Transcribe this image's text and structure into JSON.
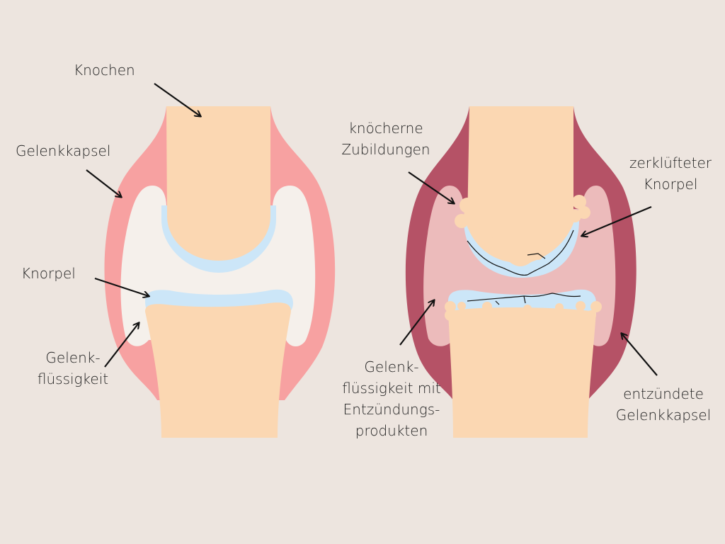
{
  "colors": {
    "background": "#ede5df",
    "bone": "#fbd7b2",
    "cartilage": "#cce6f8",
    "healthy_capsule": "#f7a1a1",
    "healthy_fluid": "#f5f0eb",
    "inflamed_capsule": "#b55266",
    "inflamed_fluid": "#ecbbbb"
  },
  "healthy": {
    "bone": "Knochen",
    "capsule": "Gelenkkapsel",
    "cartilage": "Knorpel",
    "fluid_line1": "Gelenk-",
    "fluid_line2": "flüssigkeit"
  },
  "arthritic": {
    "osteophytes_line1": "knöcherne",
    "osteophytes_line2": "Zubildungen",
    "cartilage_line1": "zerklüfteter",
    "cartilage_line2": "Knorpel",
    "fluid_line1": "Gelenk-",
    "fluid_line2": "flüssigkeit mit",
    "fluid_line3": "Entzündungs-",
    "fluid_line4": "produkten",
    "capsule_line1": "entzündete",
    "capsule_line2": "Gelenkkapsel"
  }
}
